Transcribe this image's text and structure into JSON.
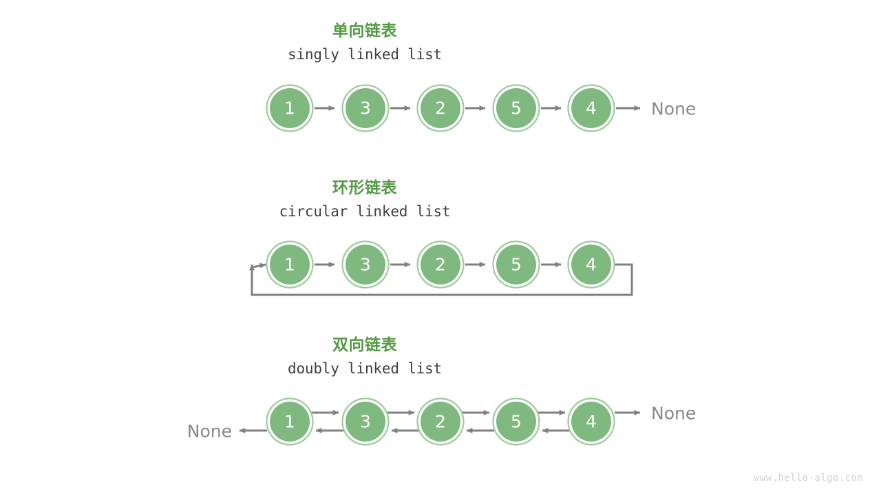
{
  "figure": {
    "watermark": "www.hello-algo.com",
    "colors": {
      "node_fill": "#7fb97f",
      "node_ring": "#9ccb9c",
      "node_gap": "#ffffff",
      "node_text": "#ffffff",
      "arrow": "#808080",
      "heading_green": "#529b45",
      "subtitle_gray": "#3f3f3f",
      "none_gray": "#898989",
      "watermark_gray": "#d2d2d2",
      "background": "#ffffff"
    }
  },
  "sections": [
    {
      "id": "singly",
      "heading_cn": "单向链表",
      "heading_en": "singly linked list",
      "nodes": [
        "1",
        "3",
        "2",
        "5",
        "4"
      ],
      "tail_label": "None",
      "head_label": "",
      "direction": "forward",
      "loop_back": false
    },
    {
      "id": "circular",
      "heading_cn": "环形链表",
      "heading_en": "circular linked list",
      "nodes": [
        "1",
        "3",
        "2",
        "5",
        "4"
      ],
      "tail_label": "",
      "head_label": "",
      "direction": "forward",
      "loop_back": true
    },
    {
      "id": "doubly",
      "heading_cn": "双向链表",
      "heading_en": "doubly linked list",
      "nodes": [
        "1",
        "3",
        "2",
        "5",
        "4"
      ],
      "tail_label": "None",
      "head_label": "None",
      "direction": "bidirectional",
      "loop_back": false
    }
  ]
}
